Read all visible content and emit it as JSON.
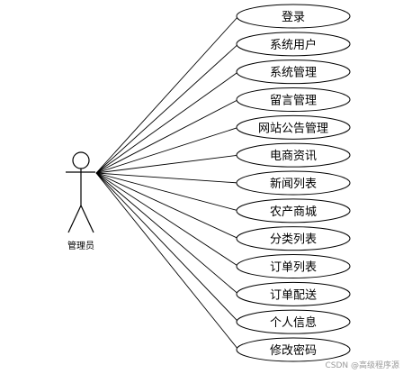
{
  "actor": {
    "name": "管理员"
  },
  "use_cases": [
    {
      "label": "登录"
    },
    {
      "label": "系统用户"
    },
    {
      "label": "系统管理"
    },
    {
      "label": "留言管理"
    },
    {
      "label": "网站公告管理"
    },
    {
      "label": "电商资讯"
    },
    {
      "label": "新闻列表"
    },
    {
      "label": "农产商城"
    },
    {
      "label": "分类列表"
    },
    {
      "label": "订单列表"
    },
    {
      "label": "订单配送"
    },
    {
      "label": "个人信息"
    },
    {
      "label": "修改密码"
    }
  ],
  "watermark": "CSDN @高级程序源"
}
